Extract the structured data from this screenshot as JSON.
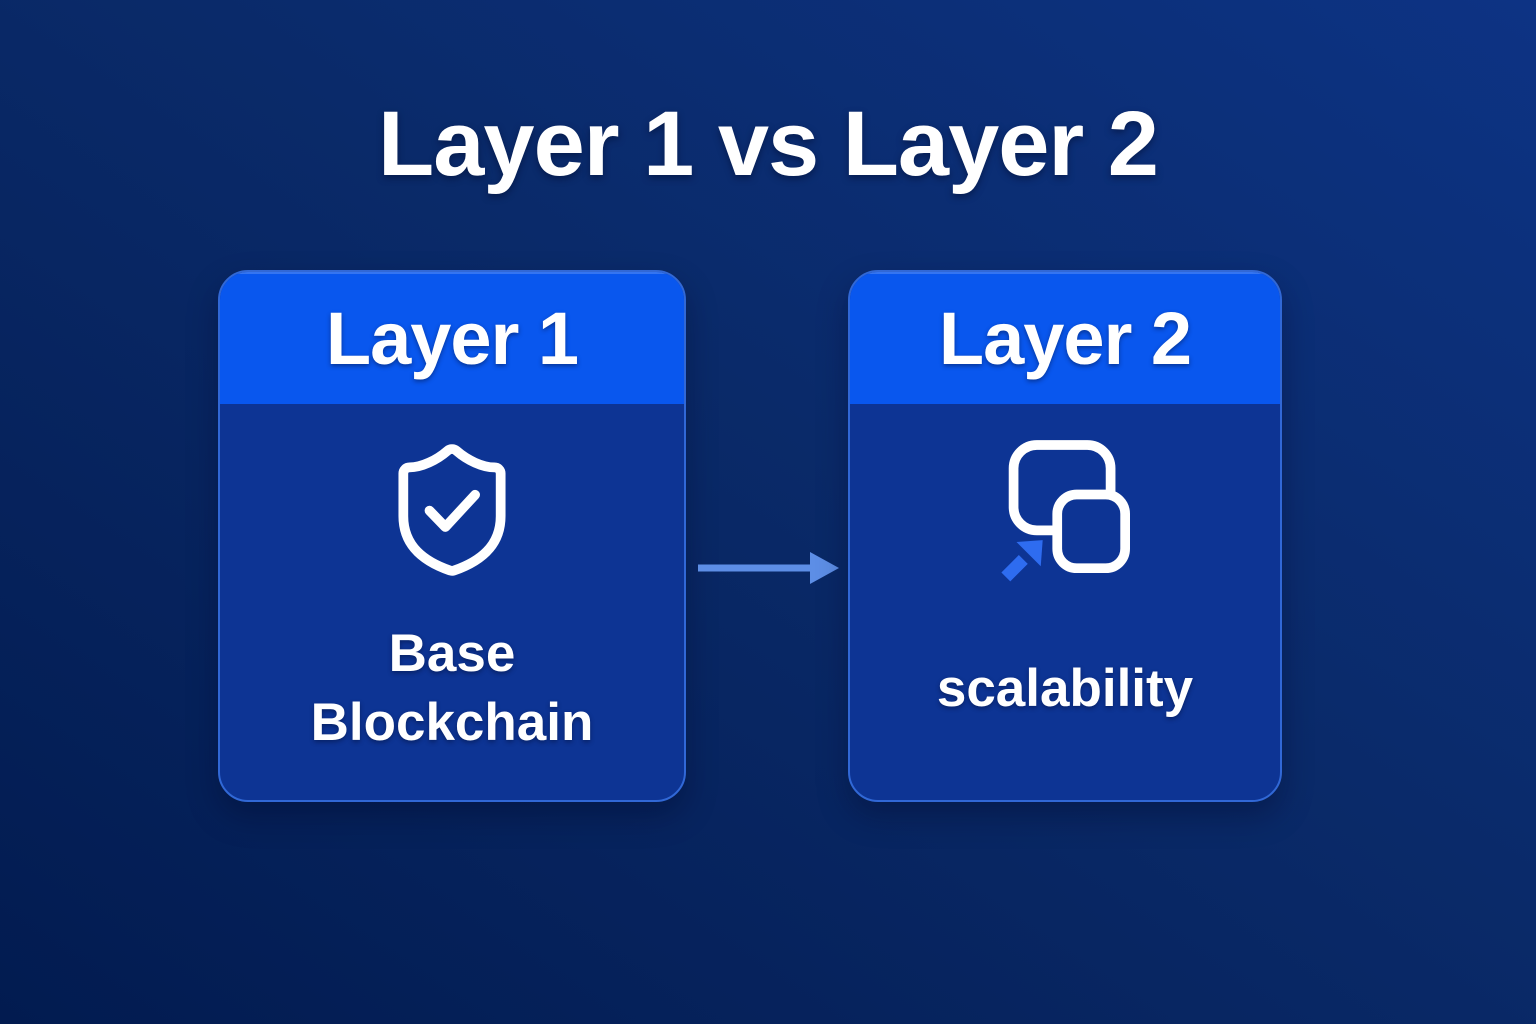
{
  "title": "Layer 1 vs Layer 2",
  "cards": [
    {
      "header": "Layer 1",
      "icon": "shield-check",
      "label": "Base Blockchain"
    },
    {
      "header": "Layer 2",
      "icon": "scaling",
      "label": "scalability"
    }
  ],
  "flow_arrow": {
    "direction": "right",
    "from": "Layer 1",
    "to": "Layer 2"
  },
  "colors": {
    "background_bottom_left": "#021b50",
    "background_top_right": "#0d3384",
    "card_header": "#0957ee",
    "card_body": "#0d3494",
    "card_border": "#3168d6",
    "text": "#ffffff",
    "flow_arrow": "#5d8ee6",
    "scale_arrow": "#2e6cf0"
  }
}
